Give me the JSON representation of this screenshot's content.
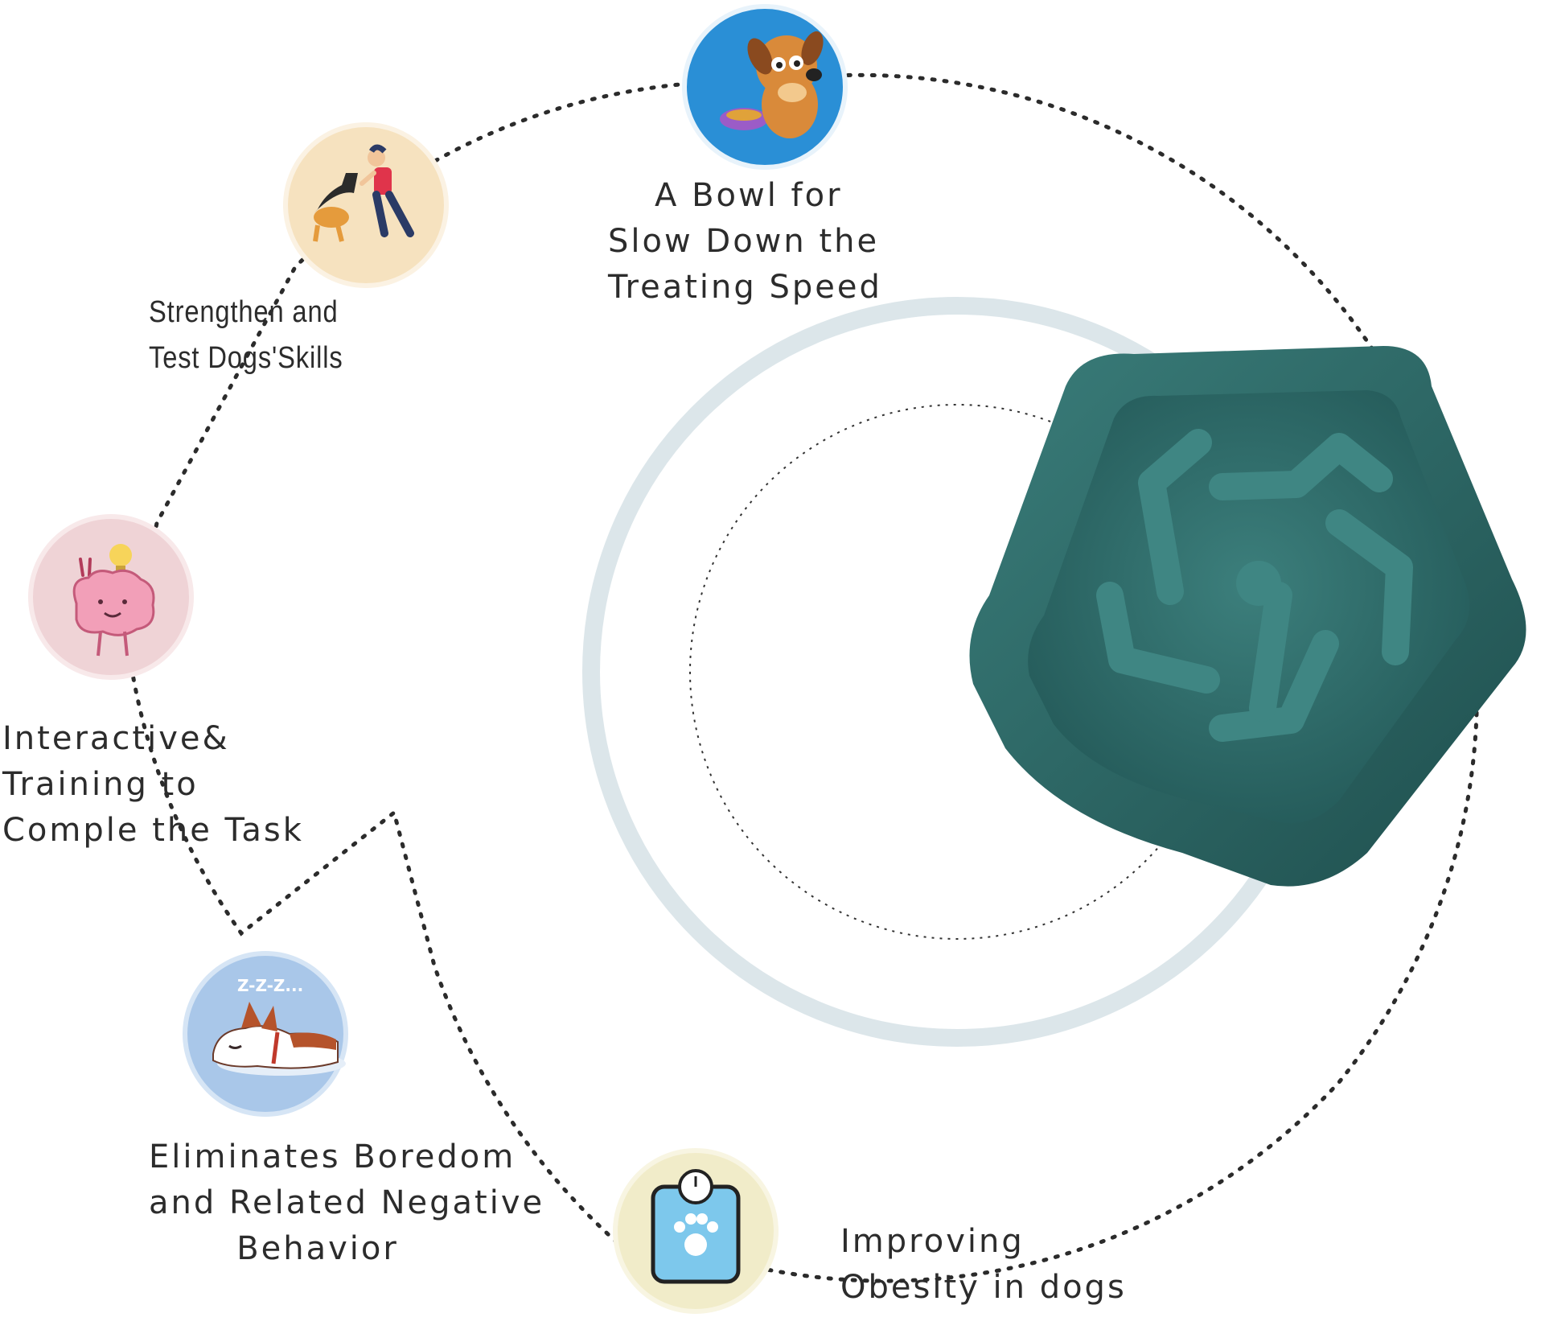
{
  "features": [
    {
      "id": "slow-down",
      "icon": "dog-with-food-bowl-icon",
      "lines": [
        "A Bowl for",
        "Slow Down the",
        "Treating Speed"
      ]
    },
    {
      "id": "skills",
      "icon": "person-training-dog-icon",
      "lines": [
        "Strengthen and",
        "Test Dogs'Skills"
      ]
    },
    {
      "id": "interactive",
      "icon": "brain-with-lightbulb-icon",
      "lines": [
        "Interactive&",
        "Training to",
        "Comple the Task"
      ]
    },
    {
      "id": "boredom",
      "icon": "sleeping-dog-icon",
      "lines": [
        "Eliminates Boredom",
        "and Related Negative",
        "Behavior"
      ]
    },
    {
      "id": "obesity",
      "icon": "paw-weight-scale-icon",
      "lines": [
        "Improving",
        "Obesity in dogs"
      ]
    }
  ],
  "product": {
    "name": "star-shaped-slow-feeder-bowl",
    "color": "#2f6e6c"
  },
  "colors": {
    "dotted_path": "#2b2b2b",
    "ring": "#dce6ea",
    "text": "#2c2c2c",
    "icon_blue": "#2a8fd6",
    "icon_peach": "#f6e2bf",
    "icon_pink": "#efd3d6",
    "icon_periwinkle": "#a9c7e9",
    "icon_cream": "#f1ecc9"
  }
}
